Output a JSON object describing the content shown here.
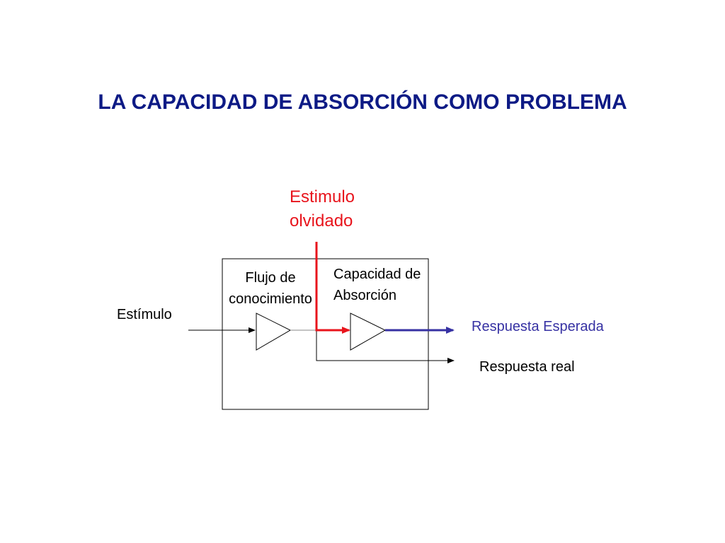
{
  "title": "LA CAPACIDAD DE ABSORCIÓN COMO PROBLEMA",
  "labels": {
    "forgotten_stimulus_line1": "Estimulo",
    "forgotten_stimulus_line2": "olvidado",
    "knowledge_flow_line1": "Flujo de",
    "knowledge_flow_line2": "conocimiento",
    "absorption_line1": "Capacidad de",
    "absorption_line2": "Absorción",
    "stimulus": "Estímulo",
    "expected_response": "Respuesta Esperada",
    "real_response": "Respuesta real"
  },
  "colors": {
    "title": "#0d1a85",
    "forgotten_path": "#e8141c",
    "expected_path": "#3631a3",
    "lines": "#000000"
  }
}
